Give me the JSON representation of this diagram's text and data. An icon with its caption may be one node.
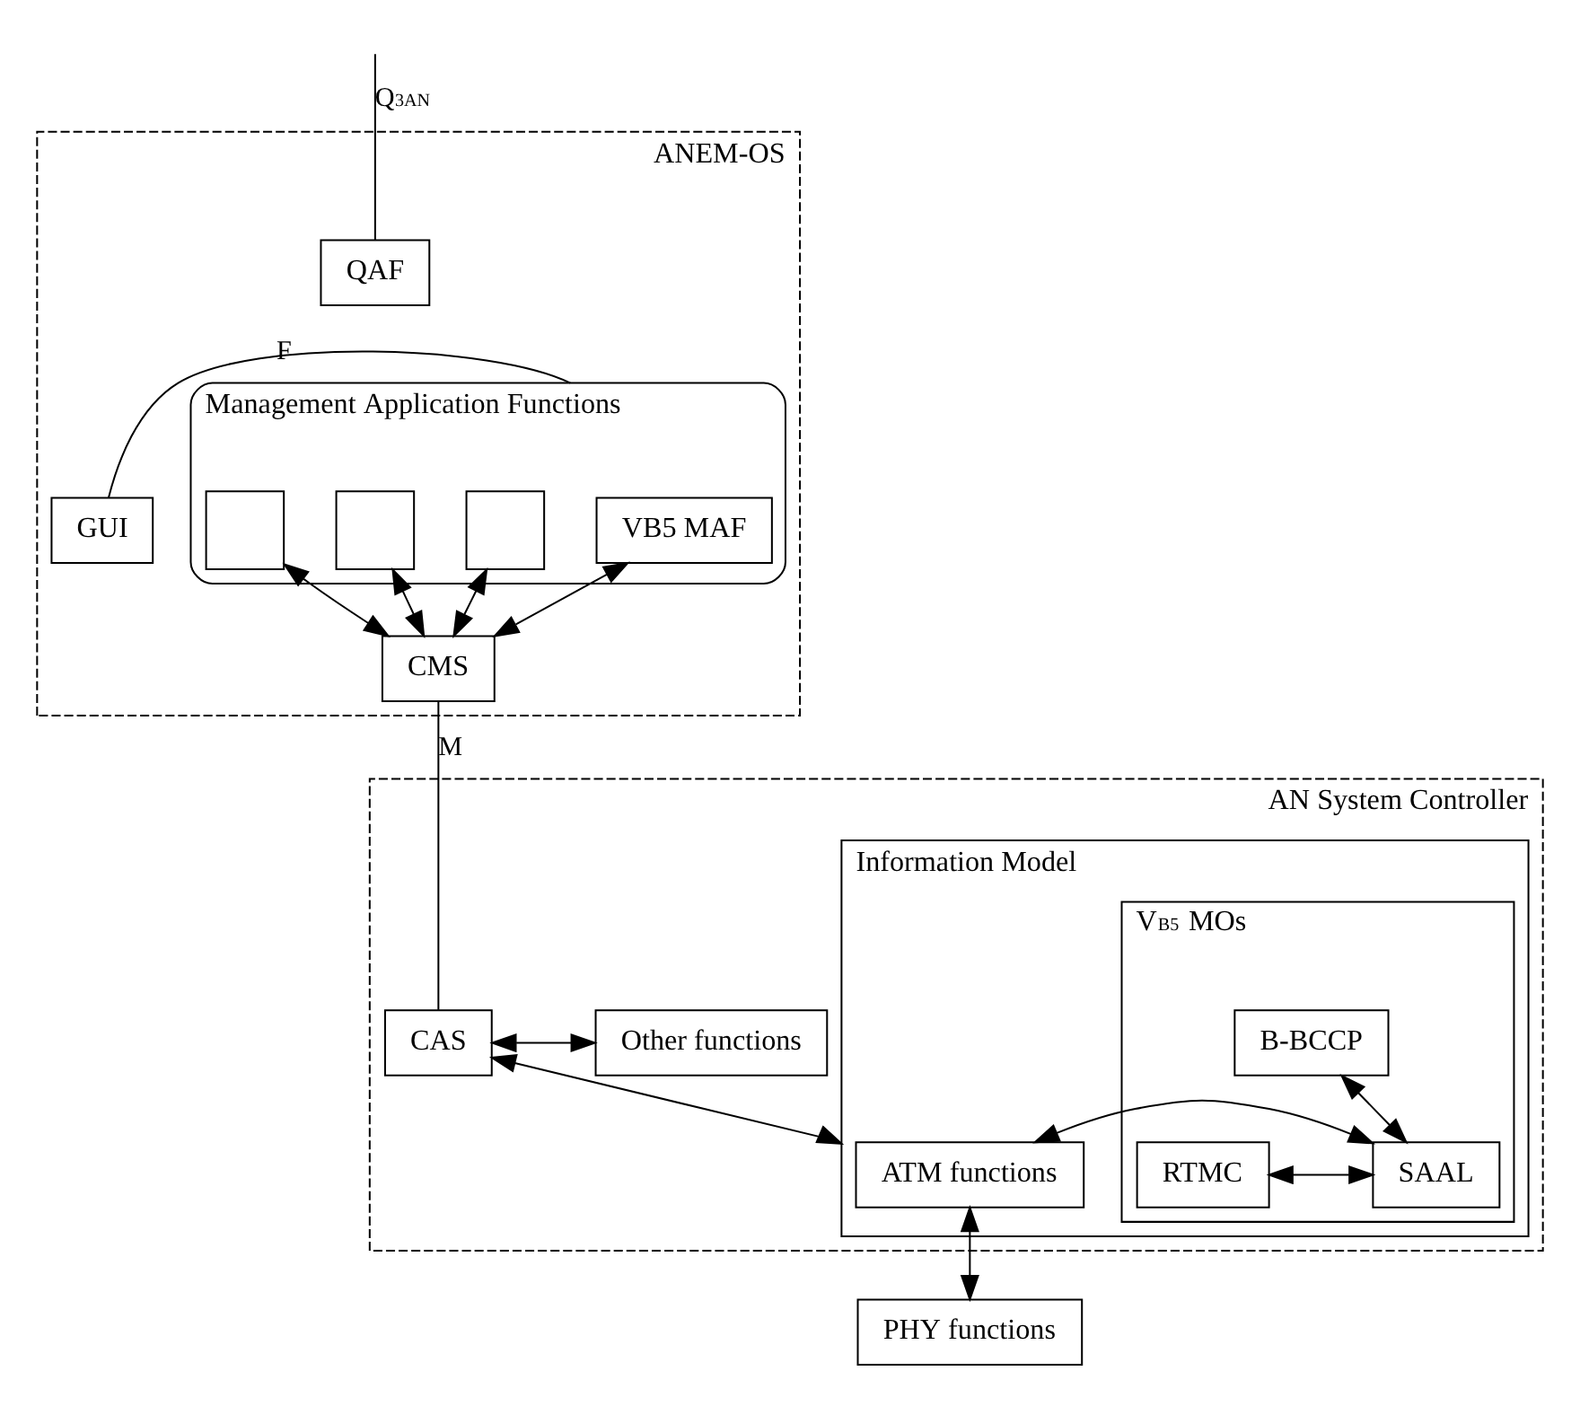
{
  "diagram": {
    "nodes": [
      {
        "text": [
          "ANEM-OS"
        ]
      },
      {
        "text": [
          "Management Application Functions"
        ],
        "in": 0
      },
      {
        "text": [
          "QAF"
        ],
        "in": 0
      },
      {
        "text": [],
        "shape": "box",
        "in": 1
      },
      {
        "text": [],
        "shape": "box",
        "in": 1
      },
      {
        "text": [],
        "shape": "box",
        "in": 1
      },
      {
        "text": [
          "VB5 MAF"
        ],
        "in": 1
      },
      {
        "text": [
          "CMS"
        ],
        "in": 0
      },
      {
        "text": [
          "GUI"
        ],
        "in": 0
      },
      {
        "text": [
          "AN System Controller"
        ]
      },
      {
        "text": [
          "CAS"
        ],
        "in": 9
      },
      {
        "text": [
          "Other functions"
        ],
        "in": 9
      },
      {
        "text": [
          "Information Model"
        ],
        "in": 9
      },
      {
        "text": [
          "V$_{B5}$ MOs"
        ],
        "in": 12
      },
      {
        "text": [
          "B-BCCP"
        ],
        "in": 13
      },
      {
        "text": [
          "RTMC"
        ],
        "in": 13
      },
      {
        "text": [
          "SAAL"
        ],
        "in": 13
      },
      {
        "text": [
          "ATM functions"
        ],
        "in": 12
      },
      {
        "text": [
          "PHY functions"
        ]
      }
    ],
    "edges": [
      {
        "from": null,
        "to": 2,
        "arrow": "none",
        "label": "Q$_{3AN}$"
      },
      {
        "from": 1,
        "to": 8,
        "arrow": "none",
        "label": "F"
      },
      {
        "from": 3,
        "to": 7,
        "arrow": "both"
      },
      {
        "from": 4,
        "to": 7,
        "arrow": "both"
      },
      {
        "from": 5,
        "to": 7,
        "arrow": "both"
      },
      {
        "from": 6,
        "to": 7,
        "arrow": "both"
      },
      {
        "from": 7,
        "to": 10,
        "arrow": "none",
        "label": "M"
      },
      {
        "from": 10,
        "to": 11,
        "arrow": "both"
      },
      {
        "from": 10,
        "to": 12,
        "arrow": "both"
      },
      {
        "from": 14,
        "to": 16,
        "arrow": "both"
      },
      {
        "from": 15,
        "to": 16,
        "arrow": "both"
      },
      {
        "from": 16,
        "to": 17,
        "arrow": "both"
      },
      {
        "from": 17,
        "to": 18,
        "arrow": "both"
      }
    ]
  }
}
